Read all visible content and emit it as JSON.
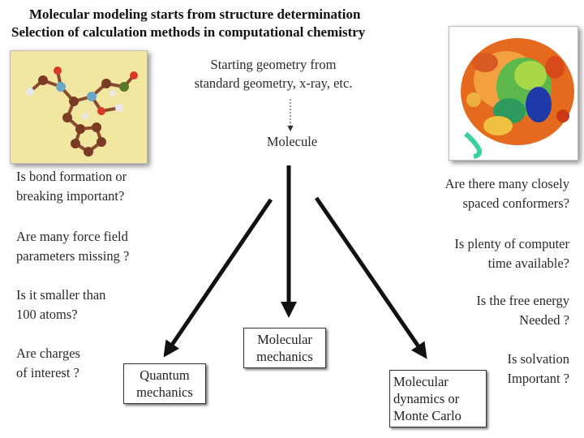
{
  "titles": {
    "line1": "Molecular modeling starts from structure determination",
    "line2": "Selection of calculation methods in computational chemistry"
  },
  "top": {
    "start_l1": "Starting geometry  from",
    "start_l2": "standard geometry, x-ray, etc.",
    "molecule": "Molecule"
  },
  "left_questions": {
    "q1_l1": "Is bond formation or",
    "q1_l2": " breaking important?",
    "q2_l1": "Are many force field",
    "q2_l2": "parameters missing ?",
    "q3_l1": "Is it smaller than",
    "q3_l2": "100 atoms?",
    "q4_l1": "Are charges",
    "q4_l2": "of  interest ?"
  },
  "right_questions": {
    "q1_l1": "Are there many closely",
    "q1_l2": "spaced conformers?",
    "q2_l1": "Is plenty of  computer",
    "q2_l2": "time available?",
    "q3_l1": "Is the free energy",
    "q3_l2": "Needed ?",
    "q4_l1": "Is solvation",
    "q4_l2": "Important ?"
  },
  "boxes": {
    "quantum_l1": "Quantum",
    "quantum_l2": "mechanics",
    "mm_l1": "Molecular",
    "mm_l2": "mechanics",
    "md_l1": "Molecular",
    "md_l2": "dynamics or",
    "md_l3": "Monte Carlo"
  }
}
